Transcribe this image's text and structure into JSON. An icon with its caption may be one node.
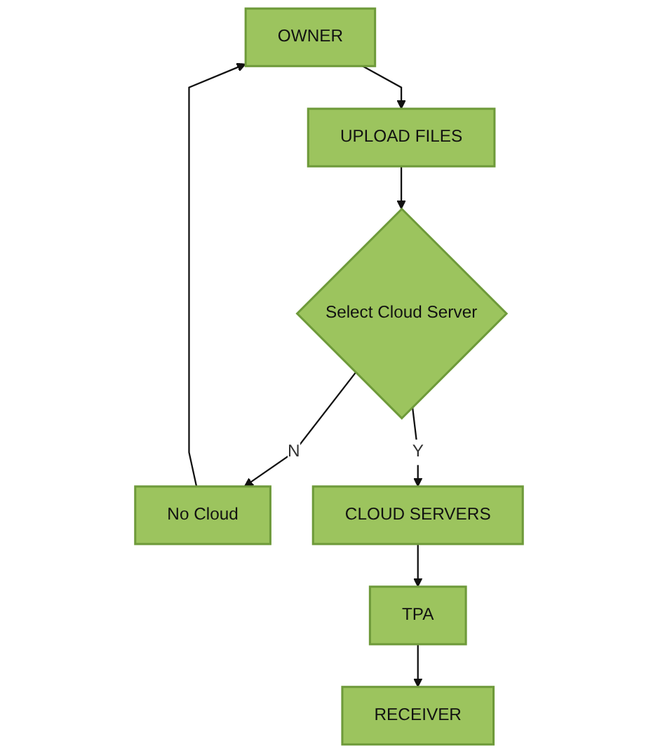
{
  "diagram": {
    "nodes": [
      {
        "text": [
          "OWNER"
        ]
      },
      {
        "text": [
          "UPLOAD FILES"
        ]
      },
      {
        "text": [
          "Select Cloud Server"
        ]
      },
      {
        "text": [
          "No Cloud"
        ]
      },
      {
        "text": [
          "CLOUD SERVERS"
        ]
      },
      {
        "text": [
          "TPA"
        ]
      },
      {
        "text": [
          "RECEIVER"
        ]
      }
    ],
    "edges": [
      {
        "from": 0,
        "to": 1,
        "arrow": "to"
      },
      {
        "from": 1,
        "to": 2,
        "arrow": "to"
      },
      {
        "from": 2,
        "to": 3,
        "label": "N",
        "arrow": "to"
      },
      {
        "from": 3,
        "to": 0,
        "arrow": "to"
      },
      {
        "from": 2,
        "to": 4,
        "label": "Y",
        "arrow": "to"
      },
      {
        "from": 4,
        "to": 5,
        "arrow": "to"
      },
      {
        "from": 5,
        "to": 6,
        "arrow": "to"
      }
    ]
  }
}
